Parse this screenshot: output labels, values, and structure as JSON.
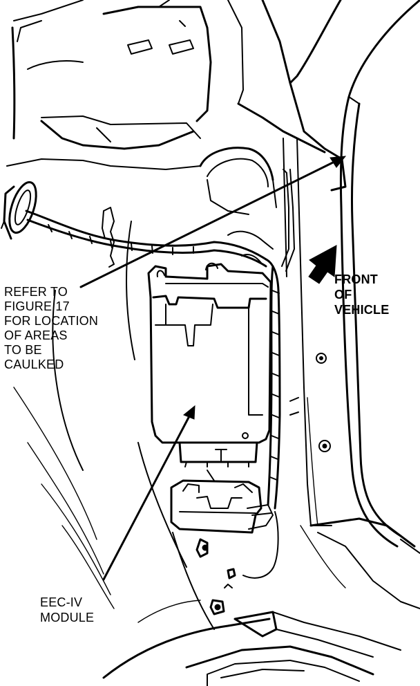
{
  "labels": {
    "refer": [
      "REFER TO",
      "FIGURE 17",
      "FOR LOCATION",
      "OF AREAS",
      "TO BE",
      "CAULKED"
    ],
    "front": [
      "FRONT",
      "OF",
      "VEHICLE"
    ],
    "module": [
      "EEC-IV",
      "MODULE"
    ]
  },
  "icons": {
    "front_arrow": "filled-arrow-icon",
    "leader_arrow": "leader-arrow-icon"
  },
  "colors": {
    "ink": "#000000",
    "paper": "#ffffff"
  }
}
